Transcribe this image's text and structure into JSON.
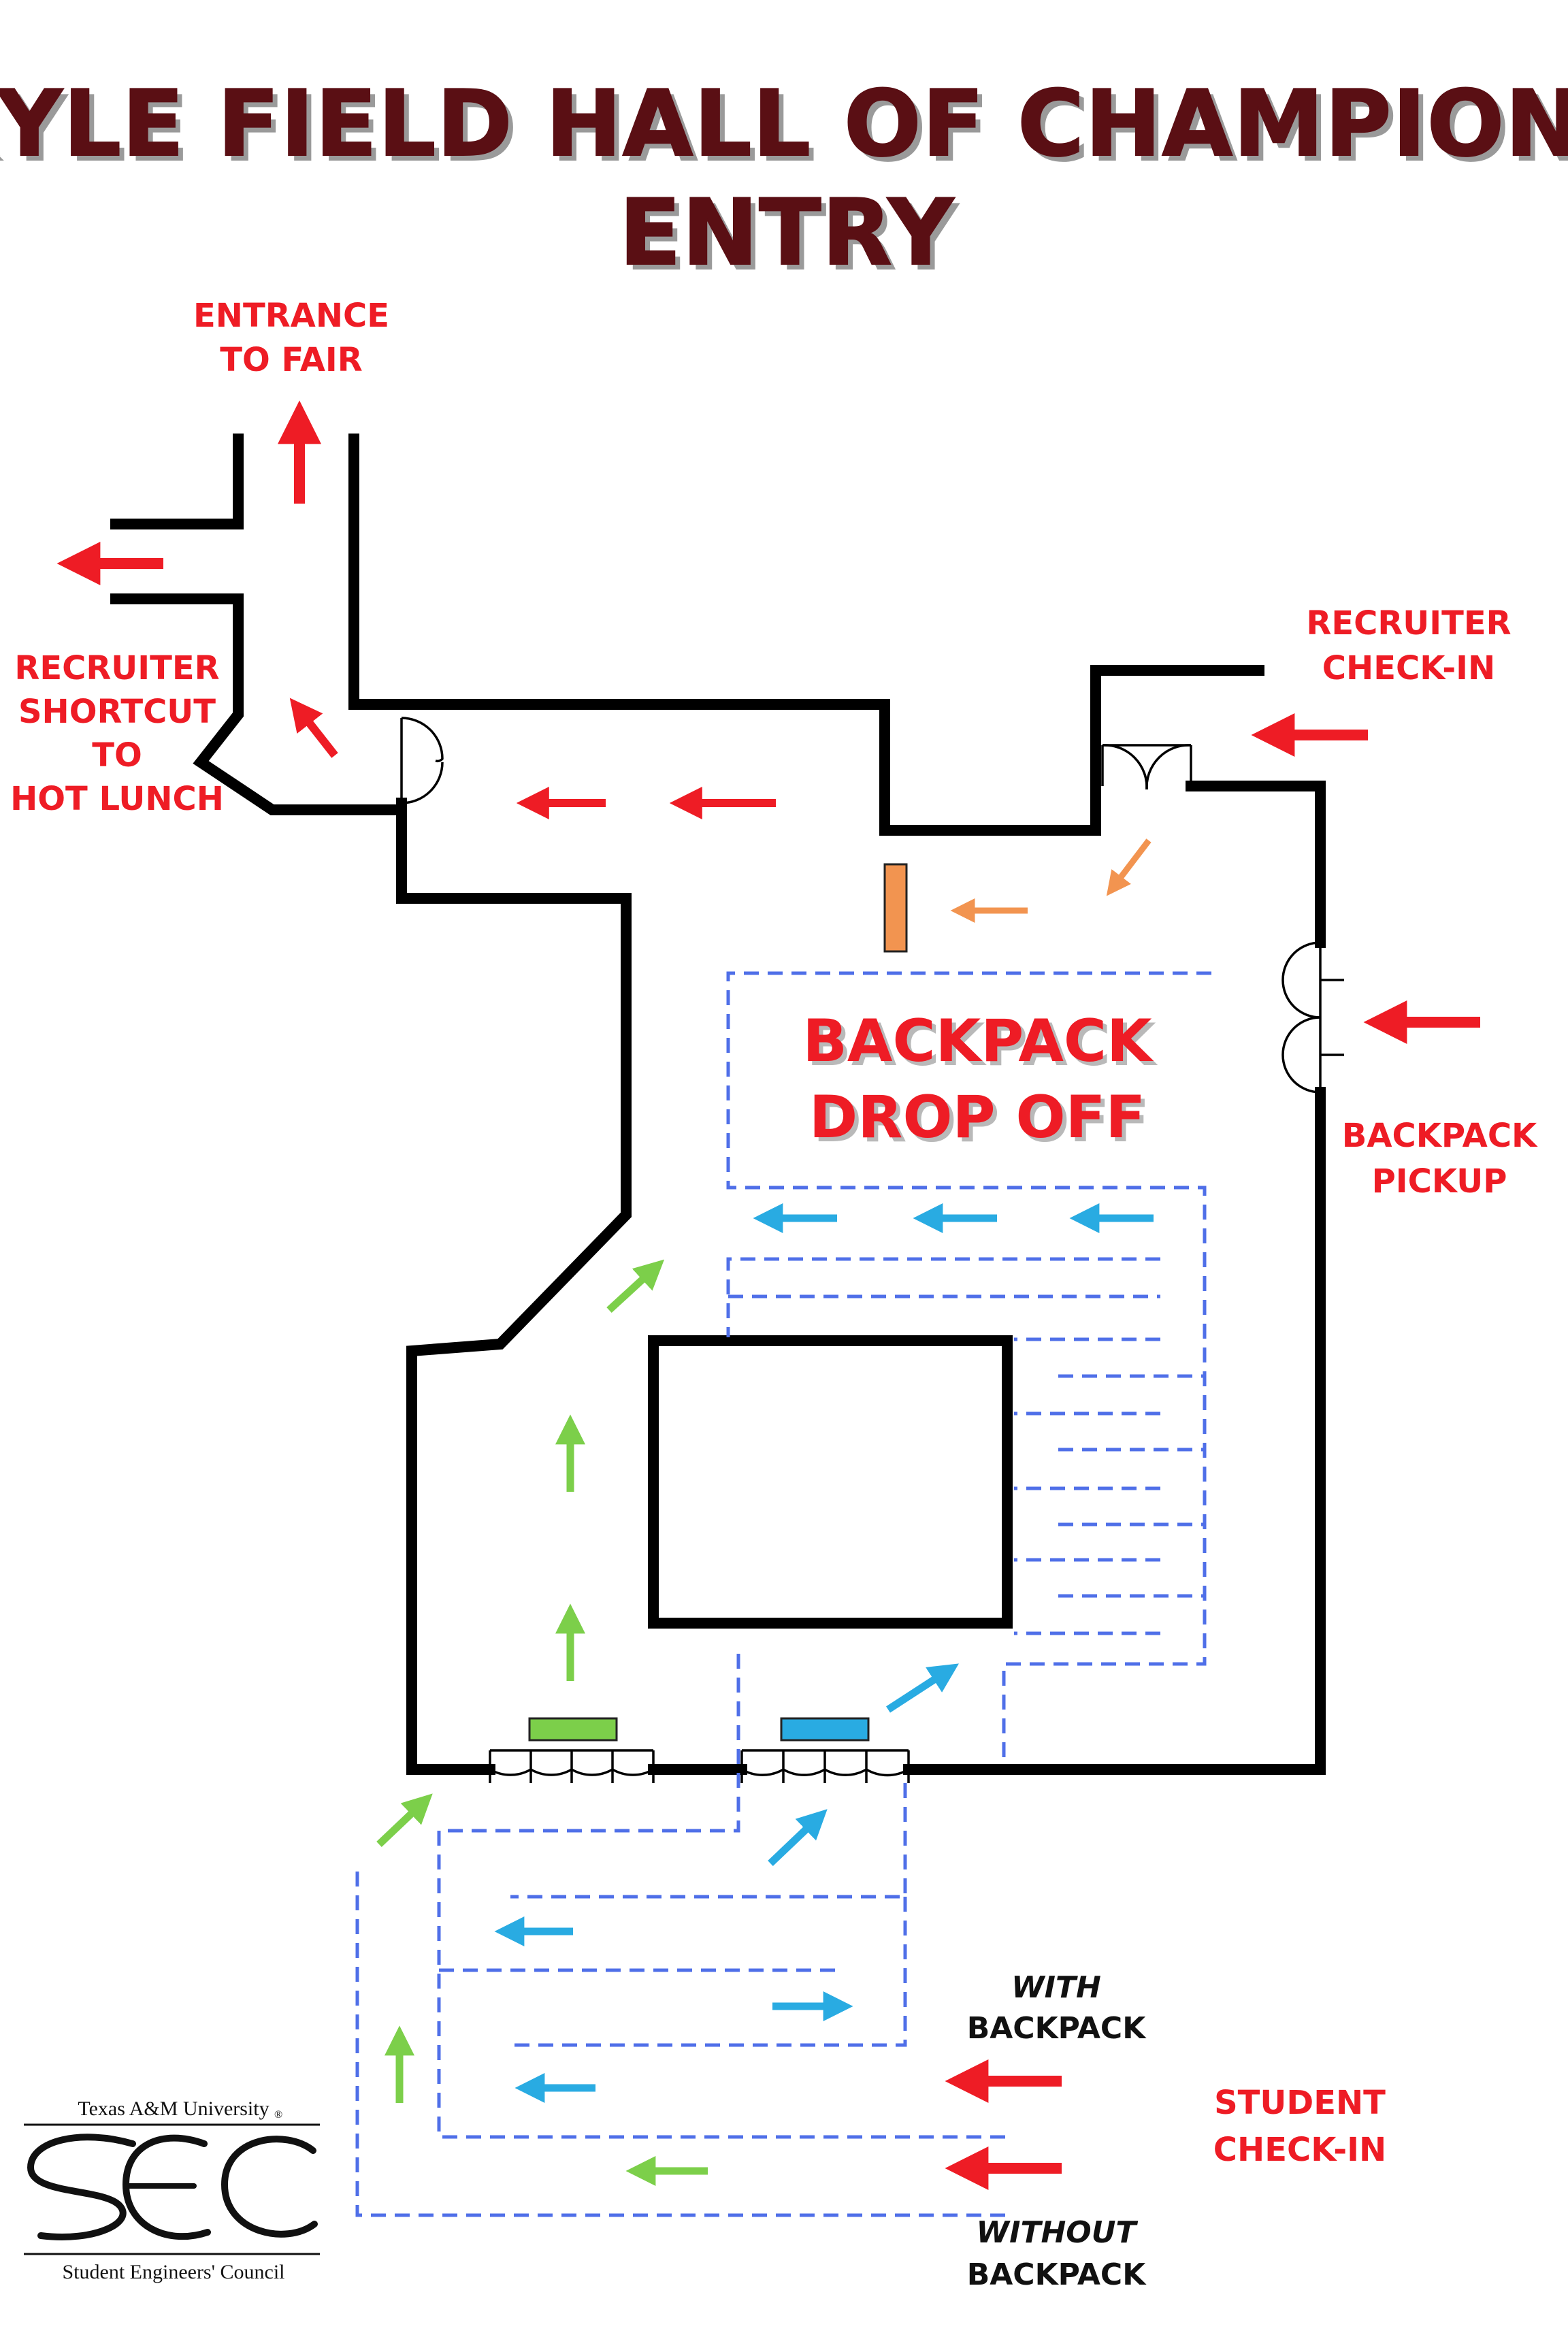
{
  "title": {
    "line1": "KYLE FIELD HALL OF CHAMPIONS",
    "line2": "ENTRY"
  },
  "labels": {
    "entrance_fair_1": "ENTRANCE",
    "entrance_fair_2": "TO FAIR",
    "shortcut_1": "RECRUITER",
    "shortcut_2": "SHORTCUT",
    "shortcut_3": "TO",
    "shortcut_4": "HOT LUNCH",
    "recruiter_checkin_1": "RECRUITER",
    "recruiter_checkin_2": "CHECK-IN",
    "backpack_pickup_1": "BACKPACK",
    "backpack_pickup_2": "PICKUP",
    "dropoff_1": "BACKPACK",
    "dropoff_2": "DROP OFF",
    "with_1": "WITH",
    "with_2": "BACKPACK",
    "without_1": "WITHOUT",
    "without_2": "BACKPACK",
    "student_checkin_1": "STUDENT",
    "student_checkin_2": "CHECK-IN"
  },
  "logo": {
    "university": "Texas A&M University",
    "registered": "®",
    "council": "Student Engineers' Council",
    "icon": "sec-logo"
  },
  "colors": {
    "title": "#5a0f14",
    "red_arrow": "#ee1c25",
    "orange_arrow": "#f29450",
    "blue_arrow": "#29abe2",
    "green_arrow": "#7ccf4a",
    "queue_dash": "#4f6fe8",
    "wall": "#000000"
  }
}
